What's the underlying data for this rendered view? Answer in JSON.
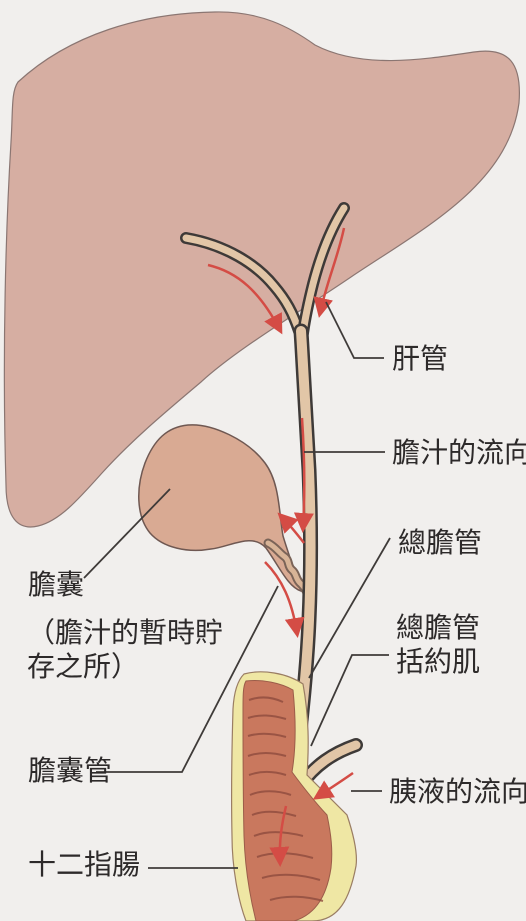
{
  "labels": {
    "gan_guan": "肝管",
    "dan_zhi_liuxiang": "膽汁的流向",
    "zong_dan_guan": "總膽管",
    "zong_dan_guan_kuoyue_ji": "總膽管\n括約肌",
    "yi_ye_liuxiang": "胰液的流向",
    "dan_nang": "膽囊",
    "dan_nang_note": "（膽汁的暫時貯\n存之所）",
    "dan_nang_guan": "膽囊管",
    "shi_er_zhi_chang": "十二指腸"
  },
  "colors": {
    "background": "#f1efed",
    "liver": "#d6aea2",
    "gallbladder": "#d9aa93",
    "duct": "#e2c6a7",
    "duct_outline": "#3e3a38",
    "duodenum_outer": "#efe7a4",
    "duodenum_inner": "#c9785e",
    "arrow": "#d44c45",
    "leader": "#3f3b39"
  }
}
